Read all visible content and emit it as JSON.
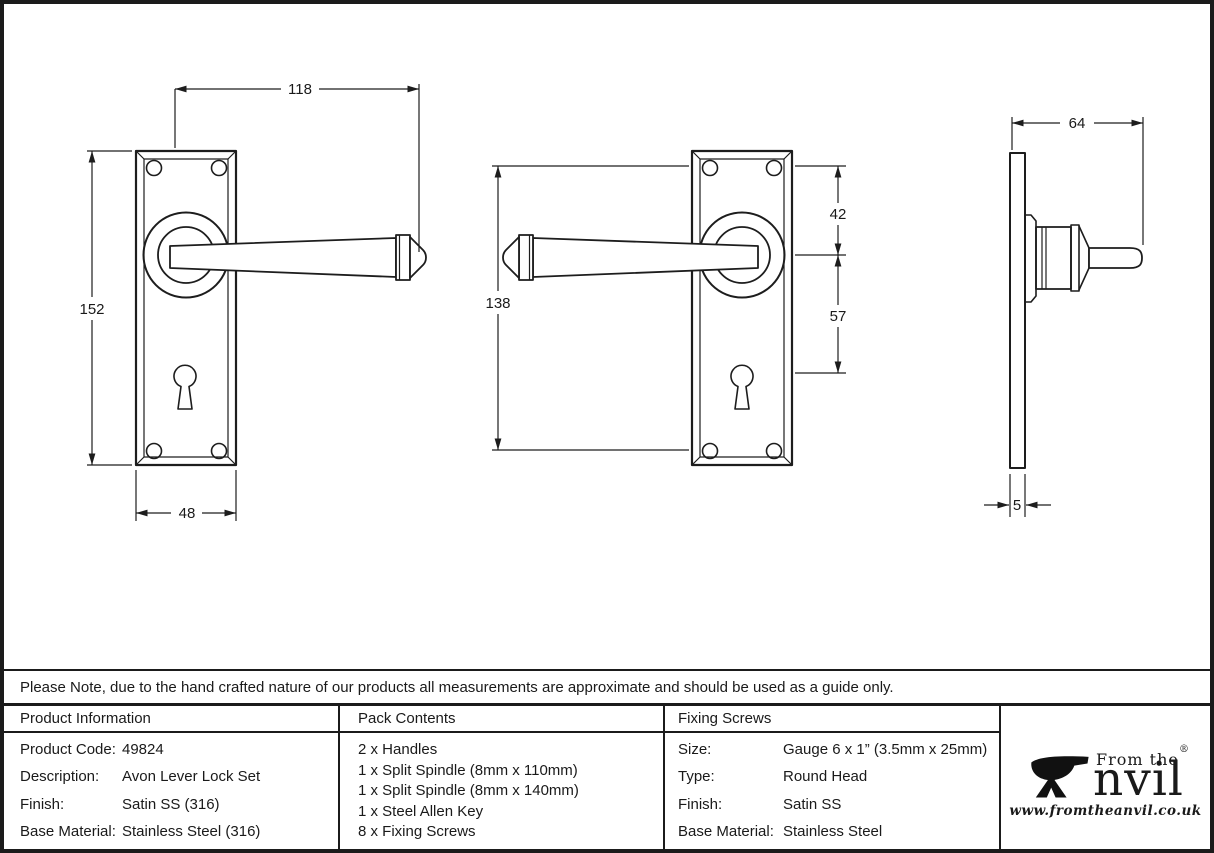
{
  "sheet": {
    "note": "Please Note, due to the hand crafted nature of our products all measurements are approximate and should be used as a guide only."
  },
  "drawings": {
    "front_view_left": {
      "dim_lever_length": "118",
      "dim_plate_height": "152",
      "dim_plate_width": "48"
    },
    "front_view_right": {
      "dim_fixing_centres": "138",
      "dim_top_to_spindle": "42",
      "dim_spindle_to_keyhole": "57"
    },
    "side_view": {
      "dim_projection": "64",
      "dim_plate_thickness": "5"
    }
  },
  "product_information": {
    "title": "Product Information",
    "rows": [
      [
        "Product Code:",
        "49824"
      ],
      [
        "Description:",
        "Avon Lever Lock Set"
      ],
      [
        "Finish:",
        "Satin SS (316)"
      ],
      [
        "Base Material:",
        "Stainless Steel (316)"
      ]
    ]
  },
  "pack_contents": {
    "title": "Pack Contents",
    "items": [
      "2 x Handles",
      "1 x Split Spindle (8mm x 110mm)",
      "1 x Split Spindle (8mm x 140mm)",
      "1 x Steel Allen Key",
      "8 x Fixing Screws"
    ]
  },
  "fixing_screws": {
    "title": "Fixing Screws",
    "rows": [
      [
        "Size:",
        "Gauge 6 x 1” (3.5mm x 25mm)"
      ],
      [
        "Type:",
        "Round Head"
      ],
      [
        "Finish:",
        "Satin SS"
      ],
      [
        "Base Material:",
        "Stainless Steel"
      ]
    ]
  },
  "logo": {
    "tagline": "From the",
    "name": "nvil",
    "registered": "®",
    "website": "www.fromtheanvil.co.uk"
  }
}
